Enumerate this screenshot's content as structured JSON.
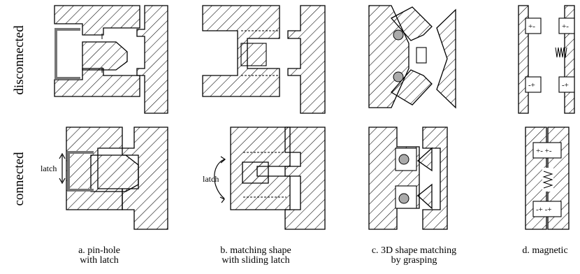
{
  "row_labels": {
    "top": "disconnected",
    "bottom": "connected"
  },
  "captions": {
    "a": {
      "line1": "a. pin-hole",
      "line2": "with latch"
    },
    "b": {
      "line1": "b. matching shape",
      "line2": "with sliding latch"
    },
    "c": {
      "line1": "c. 3D shape matching",
      "line2": "by grasping"
    },
    "d": {
      "line1": "d. magnetic",
      "line2": ""
    }
  },
  "annotations": {
    "latch_a": "latch",
    "latch_b": "latch"
  },
  "magnet_marks": {
    "disconnected_left_top": "+-",
    "disconnected_right_top": "+-",
    "disconnected_left_bottom": "-+",
    "disconnected_right_bottom": "-+",
    "connected_top": "+- +-",
    "connected_bottom": "-+ -+"
  }
}
